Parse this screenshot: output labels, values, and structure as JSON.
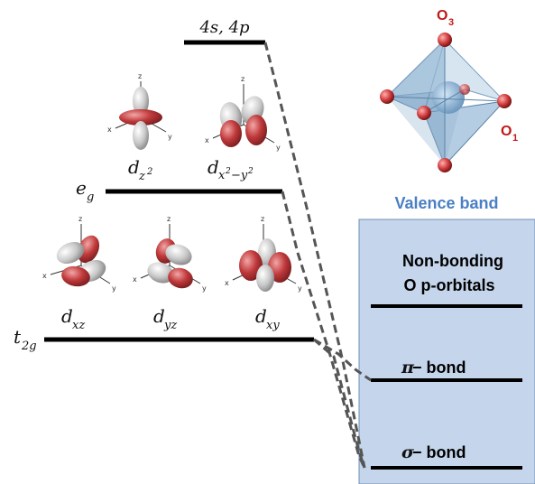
{
  "levels": {
    "four_s_four_p": "4s, 4p",
    "eg": "e",
    "eg_sub": "g",
    "t2g": "t",
    "t2g_sub": "2g"
  },
  "orbitals": {
    "dz2": {
      "main": "d",
      "sub": "z",
      "sup": "2"
    },
    "dx2y2": {
      "main": "d",
      "sub": "x",
      "sup1": "2",
      "mid": "−y",
      "sup2": "2"
    },
    "dxz": {
      "main": "d",
      "sub": "xz"
    },
    "dyz": {
      "main": "d",
      "sub": "yz"
    },
    "dxy": {
      "main": "d",
      "sub": "xy"
    }
  },
  "axes": {
    "x": "x",
    "y": "y",
    "z": "z"
  },
  "octahedron": {
    "o3": {
      "main": "O",
      "sub": "3"
    },
    "o1": {
      "main": "O",
      "sub": "1"
    }
  },
  "valence_band": {
    "title": "Valence band",
    "nonbonding_line1": "Non-bonding",
    "nonbonding_line2": "O p-orbitals",
    "pi_symbol": "π",
    "pi_text": " − bond",
    "sigma_symbol": "σ",
    "sigma_text": " − bond"
  },
  "colors": {
    "lobe_red": "#c0393b",
    "lobe_gray": "#c8c8c8",
    "band_fill": "#c5d6ec",
    "band_title": "#4a7fc4",
    "label_red": "#c01818",
    "octa_fill": "#7fa6c8"
  }
}
